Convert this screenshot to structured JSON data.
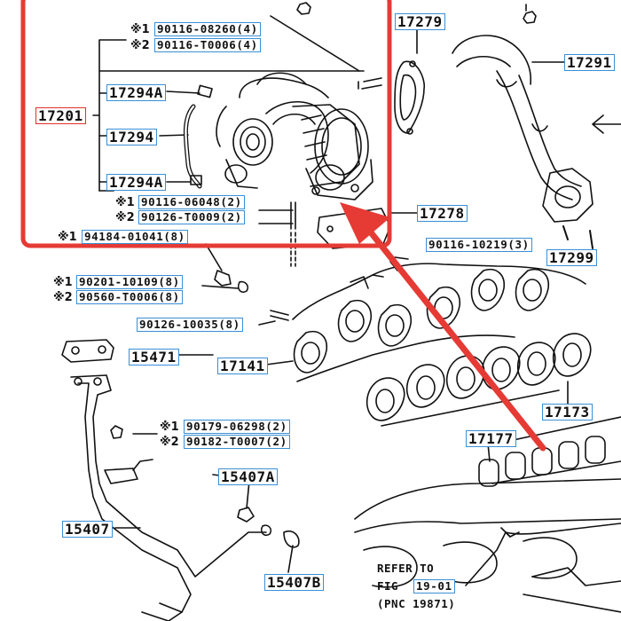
{
  "colors": {
    "highlight": "#e63a35",
    "label_border": "#3a8fd6",
    "line": "#111111"
  },
  "labels": {
    "p17201": "17201",
    "p17279": "17279",
    "p17291": "17291",
    "p17294A_top": "17294A",
    "p17294": "17294",
    "p17294A_bot": "17294A",
    "p17278": "17278",
    "p17299": "17299",
    "p15471": "15471",
    "p17141": "17141",
    "p17173": "17173",
    "p17177": "17177",
    "p15407A": "15407A",
    "p15407": "15407",
    "p15407B": "15407B",
    "b90116_08260": "90116-08260(4)",
    "b90116_T0006": "90116-T0006(4)",
    "b90116_06048": "90116-06048(2)",
    "b90126_T0009": "90126-T0009(2)",
    "b94184_01041": "94184-01041(8)",
    "b90116_10219": "90116-10219(3)",
    "b90201_10109": "90201-10109(8)",
    "b90560_T0006": "90560-T0006(8)",
    "b90126_10035": "90126-10035(8)",
    "b90179_06298": "90179-06298(2)",
    "b90182_T0007": "90182-T0007(2)",
    "fig_19_01": "19-01"
  },
  "markers": {
    "m1": "※1",
    "m2": "※2"
  },
  "refer": {
    "line1": "REFER TO",
    "line2": "FIG",
    "line3": "(PNC 19871)"
  }
}
